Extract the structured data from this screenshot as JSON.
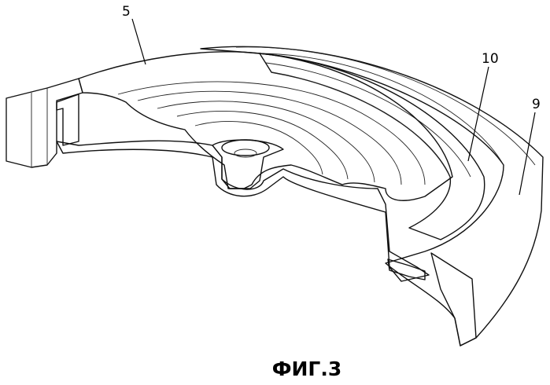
{
  "figure": {
    "caption": "ФИГ.3",
    "labels": {
      "part_5": "5",
      "part_9": "9",
      "part_10": "10"
    }
  }
}
